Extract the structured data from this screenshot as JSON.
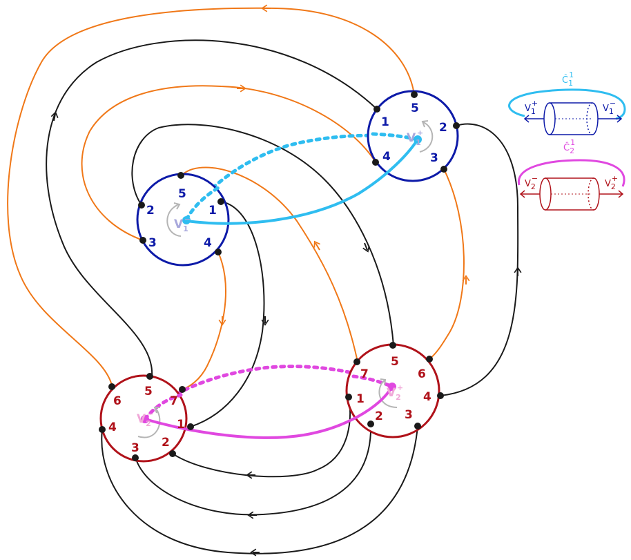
{
  "colors": {
    "blue": "#0d1aa8",
    "red": "#b0121a",
    "orange": "#f07818",
    "black": "#1a1a1a",
    "cyan": "#2fbdf0",
    "magenta": "#e048e0",
    "gray": "#b5b5b5",
    "pale_pink": "#f0a8d8",
    "pale_blue": "#a8a8dc"
  },
  "disks": {
    "blue_left": {
      "labels": [
        "5",
        "2",
        "1",
        "3",
        "4"
      ],
      "vertex_main": "V",
      "vertex_sub": "1",
      "vertex_sup": "−"
    },
    "blue_right": {
      "labels": [
        "1",
        "5",
        "2",
        "4",
        "3"
      ],
      "vertex_main": "V",
      "vertex_sub": "1",
      "vertex_sup": "+"
    },
    "red_left": {
      "labels": [
        "5",
        "6",
        "7",
        "4",
        "1",
        "3",
        "2"
      ],
      "vertex_main": "V",
      "vertex_sub": "2",
      "vertex_sup": "−"
    },
    "red_right": {
      "labels": [
        "7",
        "5",
        "6",
        "1",
        "4",
        "2",
        "3"
      ],
      "vertex_main": "V",
      "vertex_sub": "2",
      "vertex_sup": "+"
    }
  },
  "legend": {
    "c1": {
      "main": "Ĉ",
      "sub": "1",
      "sup": "1",
      "left_main": "V",
      "left_sub": "1",
      "left_sup": "+",
      "right_main": "V",
      "right_sub": "1",
      "right_sup": "−"
    },
    "c2": {
      "main": "Ĉ",
      "sub": "2",
      "sup": "1",
      "left_main": "V",
      "left_sub": "2",
      "left_sup": "−",
      "right_main": "V",
      "right_sub": "2",
      "right_sup": "+"
    }
  }
}
